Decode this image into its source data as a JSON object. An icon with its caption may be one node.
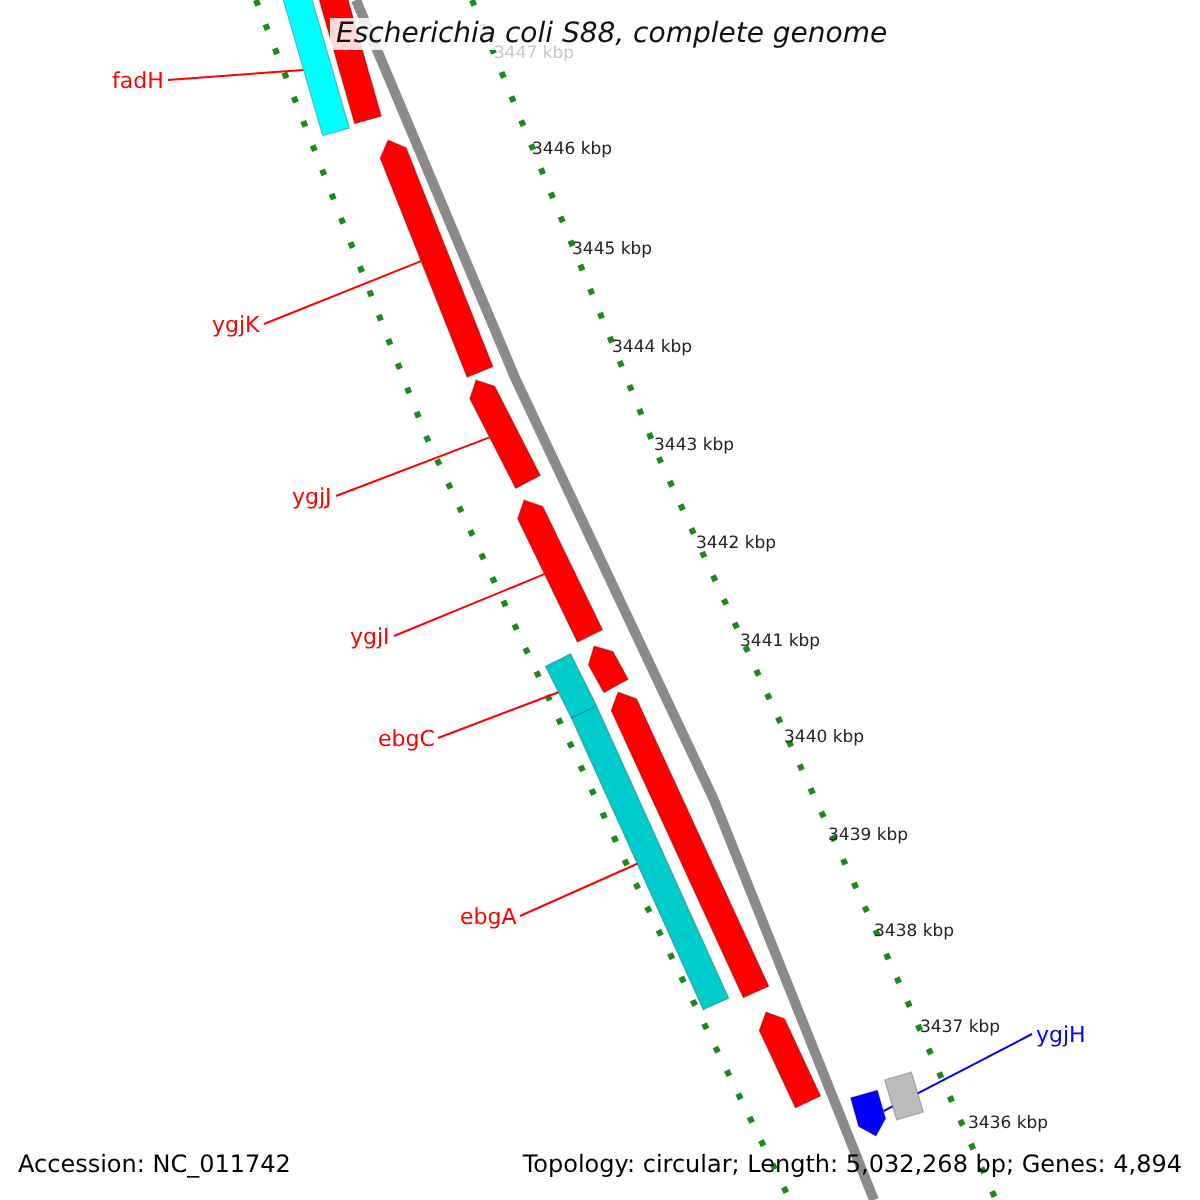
{
  "diagram": {
    "title": "Escherichia coli S88, complete genome",
    "nodes": [
      {
        "text": [
          "fadH"
        ]
      },
      {
        "text": [
          "ygjK"
        ]
      },
      {
        "text": [
          "ygjJ"
        ]
      },
      {
        "text": [
          "ygjI"
        ]
      },
      {
        "text": [
          "ebgC"
        ]
      },
      {
        "text": [
          "ebgA"
        ]
      },
      {
        "text": [
          "ygjH"
        ]
      },
      {
        "text": [],
        "shape": "bar"
      },
      {
        "text": [],
        "shape": "bar"
      },
      {
        "text": [],
        "shape": "bar"
      },
      {
        "text": [],
        "shape": "bar"
      },
      {
        "text": [],
        "shape": "bar"
      },
      {
        "text": [],
        "shape": "bar"
      },
      {
        "text": [],
        "shape": "bar"
      },
      {
        "text": [],
        "shape": "bar"
      },
      {
        "text": [],
        "shape": "bar"
      },
      {
        "text": [],
        "shape": "bar"
      },
      {
        "text": [],
        "shape": "bar"
      },
      {
        "text": [],
        "shape": "bar"
      }
    ],
    "edges": [
      {
        "from": 0,
        "to": 7,
        "arrow": "none"
      },
      {
        "from": 1,
        "to": 9,
        "arrow": "none"
      },
      {
        "from": 2,
        "to": 10,
        "arrow": "none"
      },
      {
        "from": 3,
        "to": 11,
        "arrow": "none"
      },
      {
        "from": 4,
        "to": 13,
        "arrow": "none"
      },
      {
        "from": 5,
        "to": 14,
        "arrow": "none"
      },
      {
        "from": 6,
        "to": 17,
        "arrow": "none",
        "color": "#0000ff"
      }
    ],
    "labels": [
      "3447 kbp",
      "3446 kbp",
      "3445 kbp",
      "3444 kbp",
      "3443 kbp",
      "3442 kbp",
      "3441 kbp",
      "3440 kbp",
      "3439 kbp",
      "3438 kbp",
      "3437 kbp",
      "3436 kbp",
      "Accession: NC_011742",
      "Topology: circular; Length: 5,032,268 bp; Genes: 4,894"
    ]
  }
}
